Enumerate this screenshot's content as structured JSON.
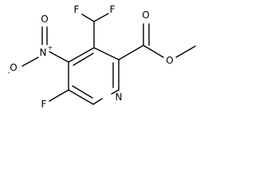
{
  "structure": {
    "atoms": {
      "f_top_left": "F",
      "f_top_right": "F",
      "carbonyl_o": "O",
      "ester_o": "O",
      "nitro_n": "N",
      "nitro_n_charge": "+",
      "nitro_o_top": "O",
      "nitro_o_minus": "O",
      "nitro_o_charge": "-",
      "ring_n": "N",
      "ring_f": "F"
    }
  }
}
